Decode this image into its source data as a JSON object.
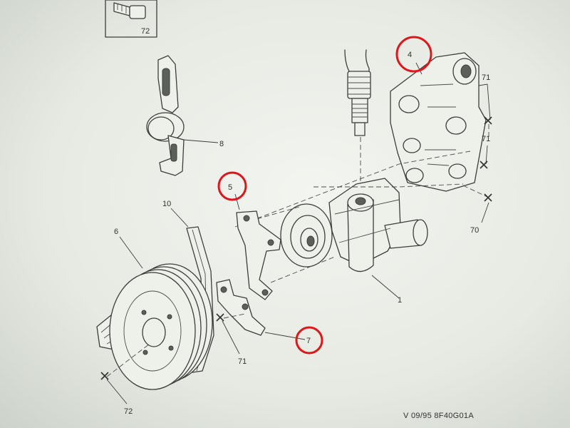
{
  "labels": {
    "l72_box": "72",
    "l8": "8",
    "l10": "10",
    "l6": "6",
    "l5": "5",
    "l4": "4",
    "l71_top": "71",
    "l71_mid": "71",
    "l70": "70",
    "l1": "1",
    "l7": "7",
    "l71_bottom": "71",
    "l72_bottom": "72"
  },
  "reference": "V 09/95 8F40G01A",
  "highlight_color": "#e0161b"
}
